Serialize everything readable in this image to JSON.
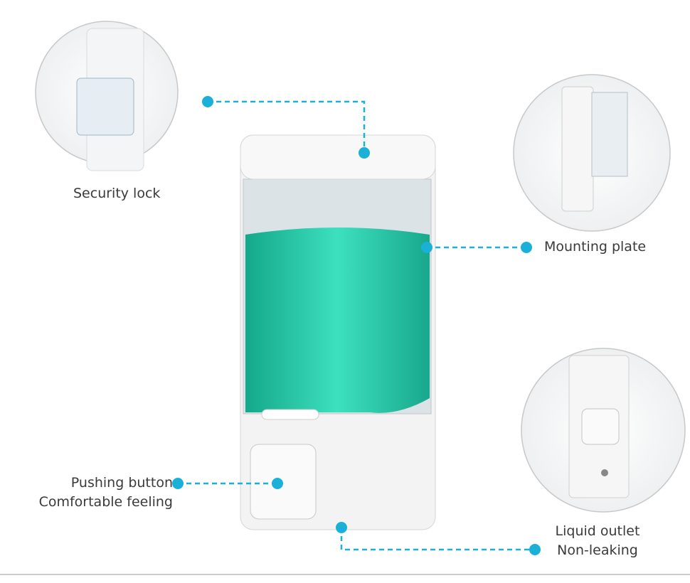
{
  "accent_color": "#1ab0d8",
  "labels": {
    "security_lock": "Security lock",
    "mounting_plate": "Mounting plate",
    "pushing_button": "Pushing button",
    "comfortable_feeling": "Comfortable feeling",
    "liquid_outlet": "Liquid outlet",
    "non_leaking": "Non-leaking"
  }
}
